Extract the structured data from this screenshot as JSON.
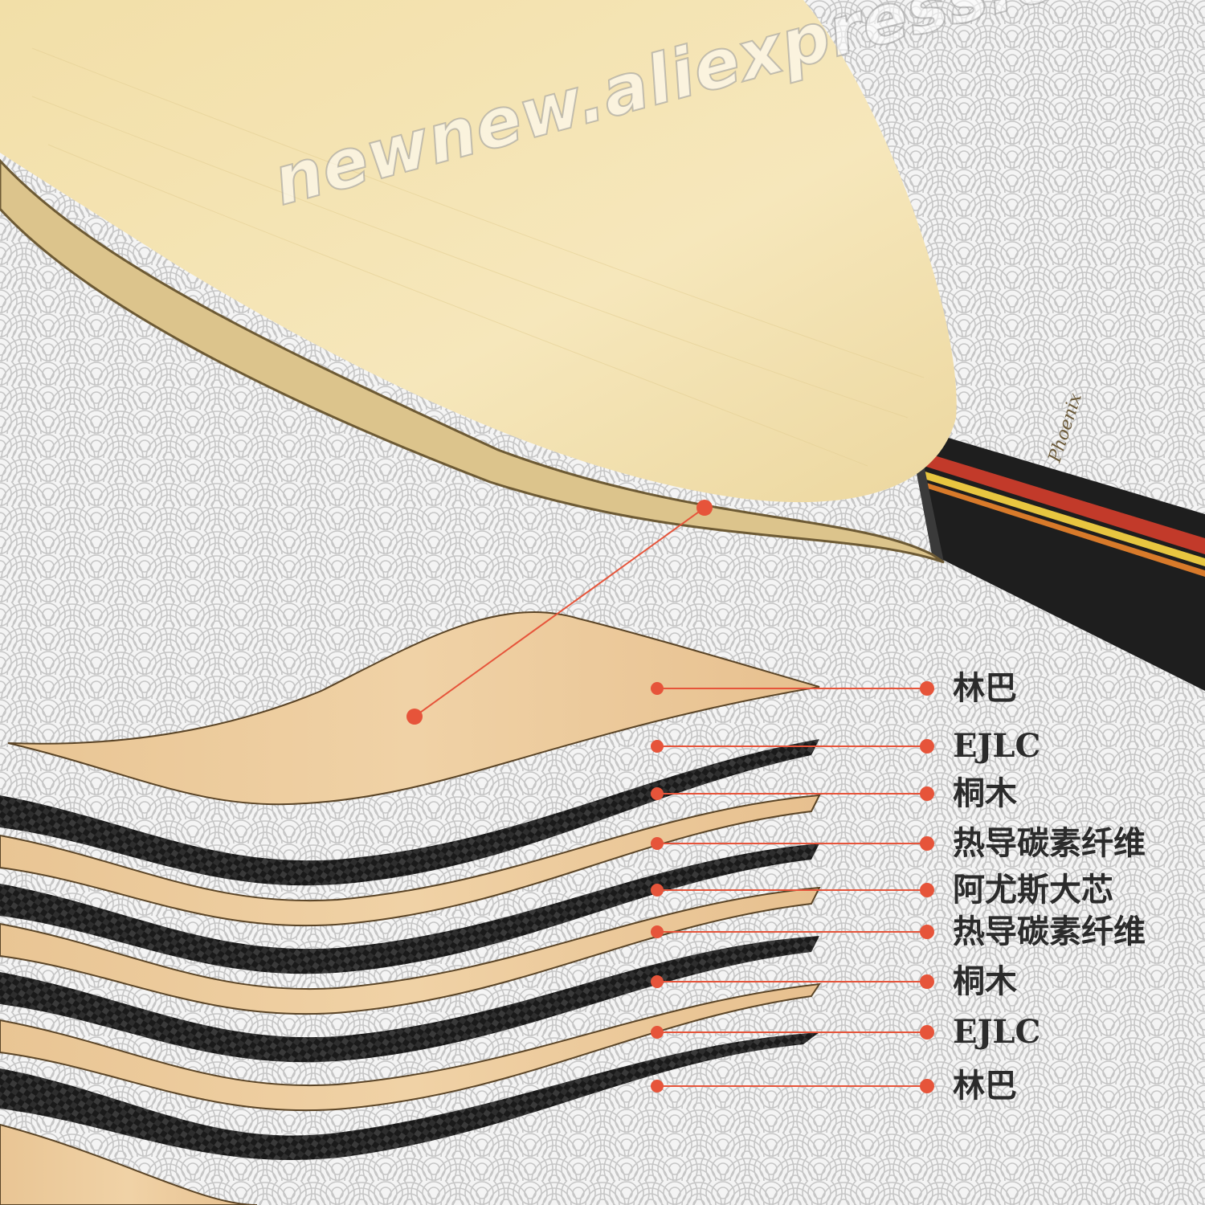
{
  "watermark": "newnew.aliexpress.com",
  "brand_stamp": "Phoenix",
  "colors": {
    "background": "#f2f2f2",
    "pattern_line": "#c9c9c9",
    "veneer_light": "#f3e3b2",
    "veneer_edge": "#dcc891",
    "wood_layer": "#eccb9c",
    "carbon_layer": "#1c1c1c",
    "handle_dark": "#222222",
    "accent_line": "#e6543a",
    "label_text": "#2b2b2b"
  },
  "layers": [
    {
      "label": "林巴",
      "material": "wood"
    },
    {
      "label": "EJLC",
      "material": "carbon"
    },
    {
      "label": "桐木",
      "material": "wood"
    },
    {
      "label": "热导碳素纤维",
      "material": "carbon"
    },
    {
      "label": "阿尤斯大芯",
      "material": "wood"
    },
    {
      "label": "热导碳素纤维",
      "material": "carbon"
    },
    {
      "label": "桐木",
      "material": "wood"
    },
    {
      "label": "EJLC",
      "material": "carbon"
    },
    {
      "label": "林巴",
      "material": "wood"
    }
  ]
}
